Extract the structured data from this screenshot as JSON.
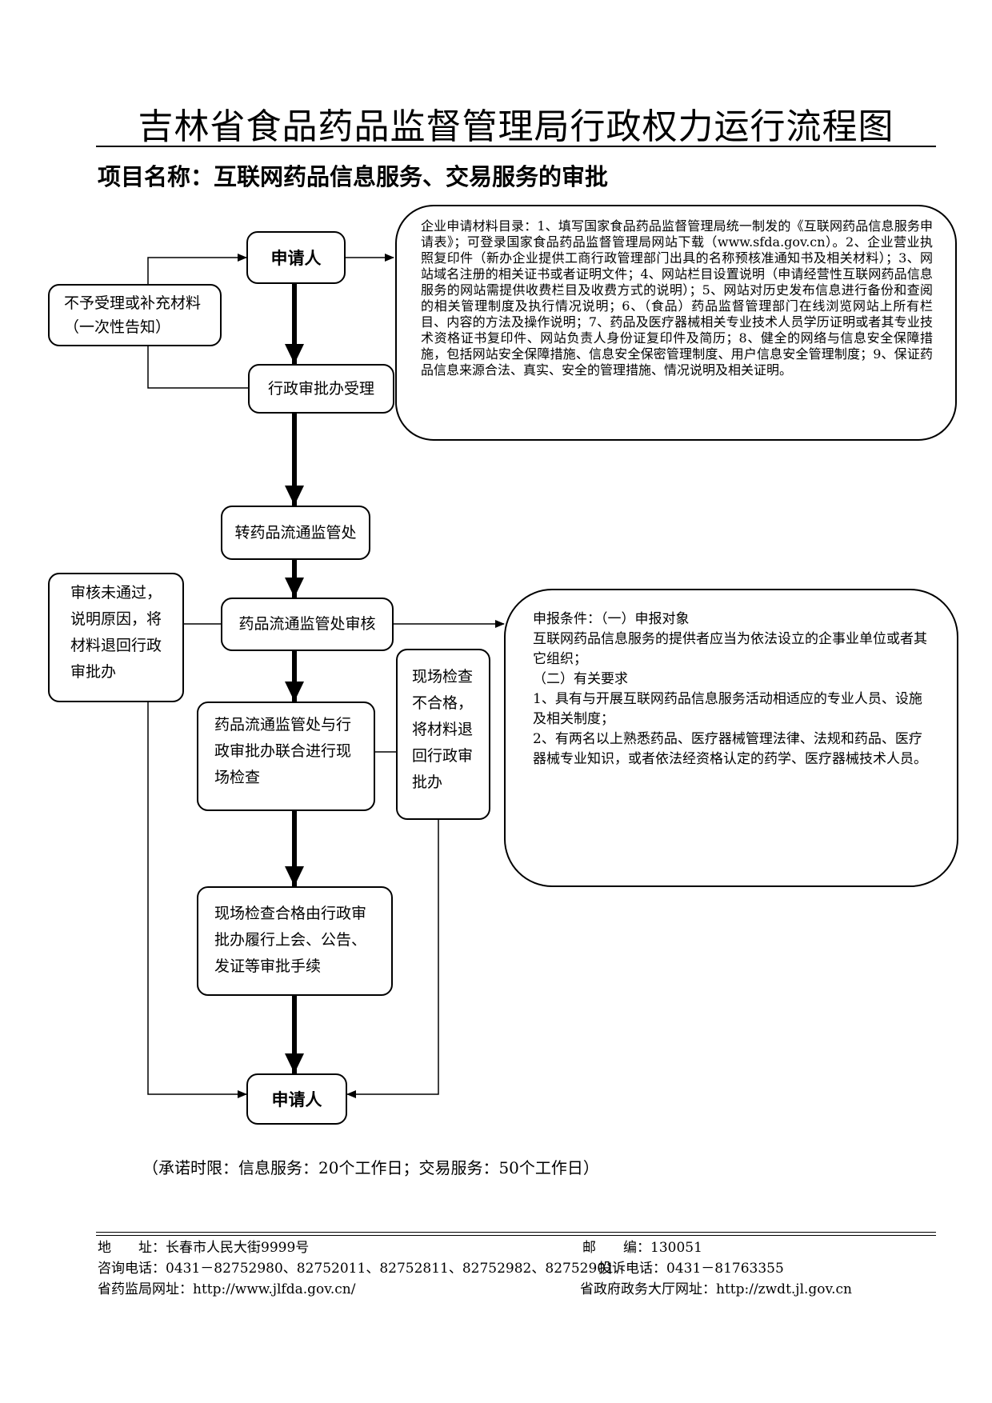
{
  "title": "吉林省食品药品监督管理局行政权力运行流程图",
  "project_name": "项目名称：互联网药品信息服务、交易服务的审批",
  "nodes": {
    "applicant_start": "申请人",
    "reject_supplement": "不予受理或补充材料（一次性告知）",
    "admin_accept": "行政审批办受理",
    "transfer_dept": "转药品流通监管处",
    "dept_review": "药品流通监管处审核",
    "review_failed": "审核未通过，说明原因，将材料退回行政审批办",
    "joint_inspection": "药品流通监管处与行政审批办联合进行现场检查",
    "inspection_failed": "现场检查不合格，将材料退回行政审批办",
    "inspection_passed": "现场检查合格由行政审批办履行上会、公告、发证等审批手续",
    "applicant_end": "申请人"
  },
  "materials_note": "企业申请材料目录：1、填写国家食品药品监督管理局统一制发的《互联网药品信息服务申请表》；可登录国家食品药品监督管理局网站下载（www.sfda.gov.cn）。2、企业营业执照复印件（新办企业提供工商行政管理部门出具的名称预核准通知书及相关材料）；3、网站域名注册的相关证书或者证明文件；4、网站栏目设置说明（申请经营性互联网药品信息服务的网站需提供收费栏目及收费方式的说明）；5、网站对历史发布信息进行备份和查阅的相关管理制度及执行情况说明；6、（食品）药品监督管理部门在线浏览网站上所有栏目、内容的方法及操作说明；7、药品及医疗器械相关专业技术人员学历证明或者其专业技术资格证书复印件、网站负责人身份证复印件及简历；8、健全的网络与信息安全保障措施，包括网站安全保障措施、信息安全保密管理制度、用户信息安全管理制度；9、保证药品信息来源合法、真实、安全的管理措施、情况说明及相关证明。",
  "conditions_note": [
    "申报条件：（一）申报对象",
    "互联网药品信息服务的提供者应当为依法设立的企事业单位或者其它组织；",
    "（二）有关要求",
    "1、具有与开展互联网药品信息服务活动相适应的专业人员、设施及相关制度；",
    "2、有两名以上熟悉药品、医疗器械管理法律、法规和药品、医疗器械专业知识，或者依法经资格认定的药学、医疗器械技术人员。"
  ],
  "promise": "（承诺时限：信息服务：20个工作日；交易服务：50个工作日）",
  "footer": {
    "address": "地　　址：长春市人民大街9999号",
    "postcode": "邮　　编：130051",
    "consult_phone": "咨询电话：0431－82752980、82752011、82752811、82752982、82752901",
    "complaint_phone": "投诉电话：0431－81763355",
    "bureau_site": "省药监局网址：http://www.jlfda.gov.cn/",
    "gov_site": "省政府政务大厅网址：http://zwdt.jl.gov.cn"
  }
}
